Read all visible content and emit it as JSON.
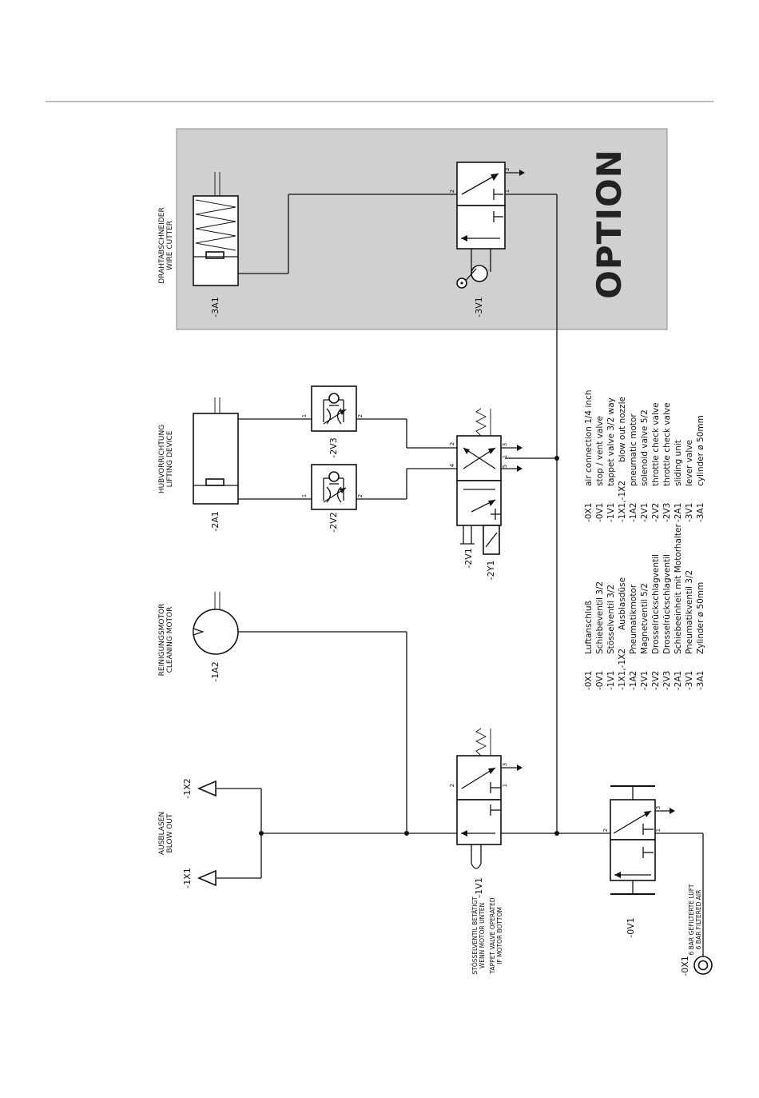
{
  "option_label": "OPTION",
  "components": {
    "wire_cutter": {
      "id": "-3A1",
      "title_de": "DRAHTABSCHNEIDER",
      "title_en": "WIRE CUTTER"
    },
    "lever_valve": {
      "id": "-3V1"
    },
    "lifting_cylinder": {
      "id": "-2A1",
      "title_de": "HUBVORRICHTUNG",
      "title_en": "LIFTING DEVICE"
    },
    "throttle_2v3": {
      "id": "-2V3"
    },
    "throttle_2v2": {
      "id": "-2V2"
    },
    "solenoid_valve": {
      "id": "-2V1"
    },
    "solenoid_coil": {
      "id": "-2Y1"
    },
    "cleaning_motor": {
      "id": "-1A2",
      "title_de": "REINIGUNGSMOTOR",
      "title_en": "CLEANING MOTOR"
    },
    "blow_out": {
      "title_de": "AUSBLASEN",
      "title_en": "BLOW OUT",
      "nozzle1": "-1X1",
      "nozzle2": "-1X2"
    },
    "tappet_valve": {
      "id": "-1V1",
      "note_de_1": "STÖSSELVENTIL BETÄTIGT",
      "note_de_2": "WENN MOTOR UNTEN",
      "note_en_1": "TAPPET VALVE OPERATED",
      "note_en_2": "IF MOTOR BOTTOM"
    },
    "stop_valve": {
      "id": "-0V1"
    },
    "air_connection": {
      "id": "-0X1",
      "line1": "6 BAR GEFILTERTE LUFT",
      "line2": "6 BAR FILTERED AIR"
    }
  },
  "ports": {
    "p1": "1",
    "p2": "2",
    "p3": "3",
    "p4": "4",
    "p5": "5"
  },
  "legend_de": [
    {
      "code": "-0X1",
      "text": "Luftanschluß"
    },
    {
      "code": "-0V1",
      "text": "Schiebeventil 3/2"
    },
    {
      "code": "-1V1",
      "text": "Stösselventil 3/2"
    },
    {
      "code": "-1X1,-1X2",
      "text": "Ausblasdüse"
    },
    {
      "code": "-1A2",
      "text": "Pneumatikmotor"
    },
    {
      "code": "-2V1",
      "text": "Magnetventil 5/2"
    },
    {
      "code": "-2V2",
      "text": "Drosselrückschlagventil"
    },
    {
      "code": "-2V3",
      "text": "Drosselrückschlagventil"
    },
    {
      "code": "-2A1",
      "text": "Schiebeeinheit mit Motorhalter"
    },
    {
      "code": "-3V1",
      "text": "Pneumatikventil 3/2"
    },
    {
      "code": "-3A1",
      "text": "Zylinder ø 50mm"
    }
  ],
  "legend_en": [
    {
      "code": "-0X1",
      "text": "air connection 1/4 inch"
    },
    {
      "code": "-0V1",
      "text": "stop / vent valve"
    },
    {
      "code": "-1V1",
      "text": "tappet valve 3/2 way"
    },
    {
      "code": "-1X1,-1X2",
      "text": "blow out nozzle"
    },
    {
      "code": "-1A2",
      "text": "pneumatic motor"
    },
    {
      "code": "-2V1",
      "text": "solenoid valve 5/2"
    },
    {
      "code": "-2V2",
      "text": "throttle check valve"
    },
    {
      "code": "-2V3",
      "text": "throttle check valve"
    },
    {
      "code": "-2A1",
      "text": "sliding unit"
    },
    {
      "code": "-3V1",
      "text": "lever valve"
    },
    {
      "code": "-3A1",
      "text": "cylinder ø 50mm"
    }
  ]
}
